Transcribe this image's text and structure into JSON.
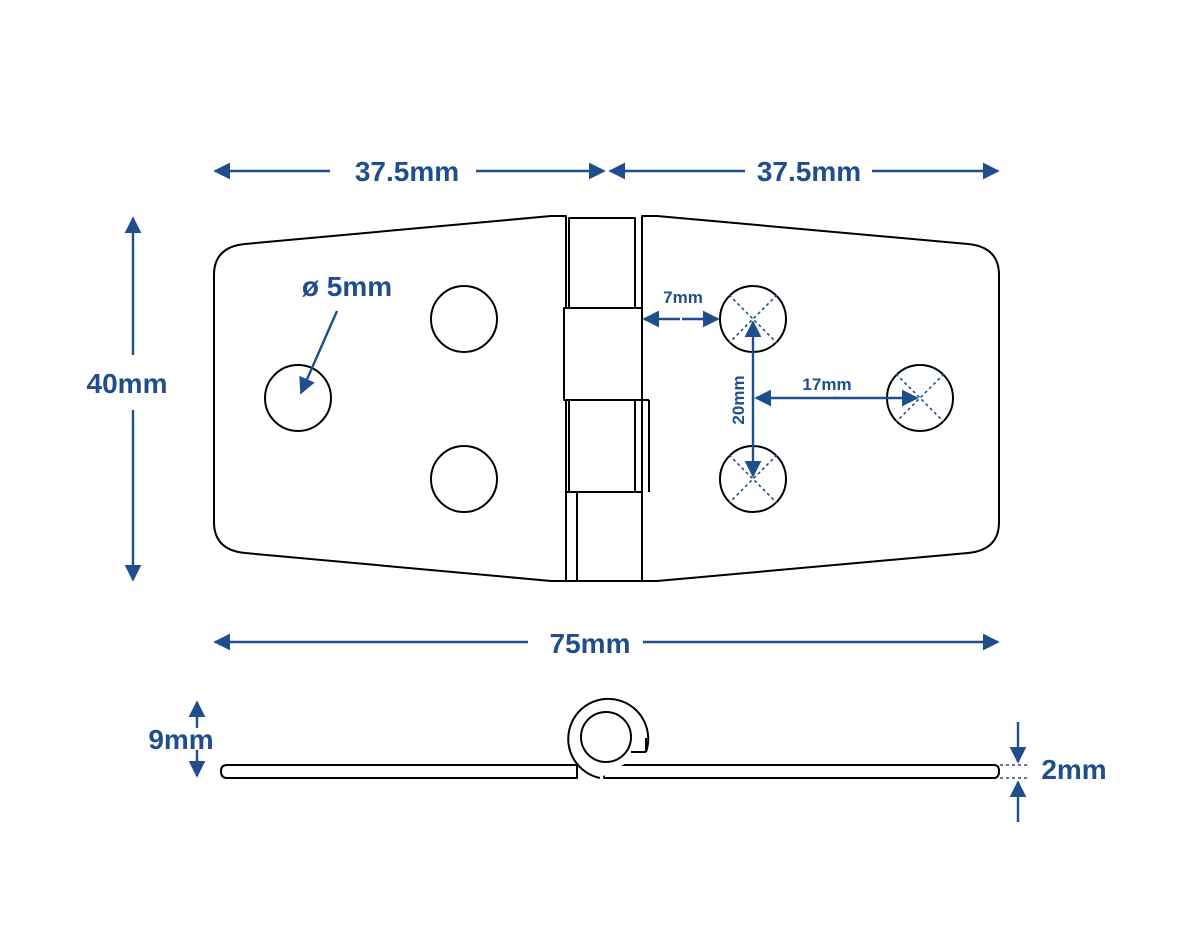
{
  "dimensions": {
    "half_width_left": "37.5mm",
    "half_width_right": "37.5mm",
    "height": "40mm",
    "total_width": "75mm",
    "hole_diameter": "ø 5mm",
    "knuckle_to_hole": "7mm",
    "hole_vertical_spacing": "20mm",
    "hole_horizontal_spacing": "17mm",
    "profile_height": "9mm",
    "thickness": "2mm"
  },
  "colors": {
    "dimension": "#1f4e8c",
    "outline": "#000000",
    "background": "#ffffff"
  }
}
